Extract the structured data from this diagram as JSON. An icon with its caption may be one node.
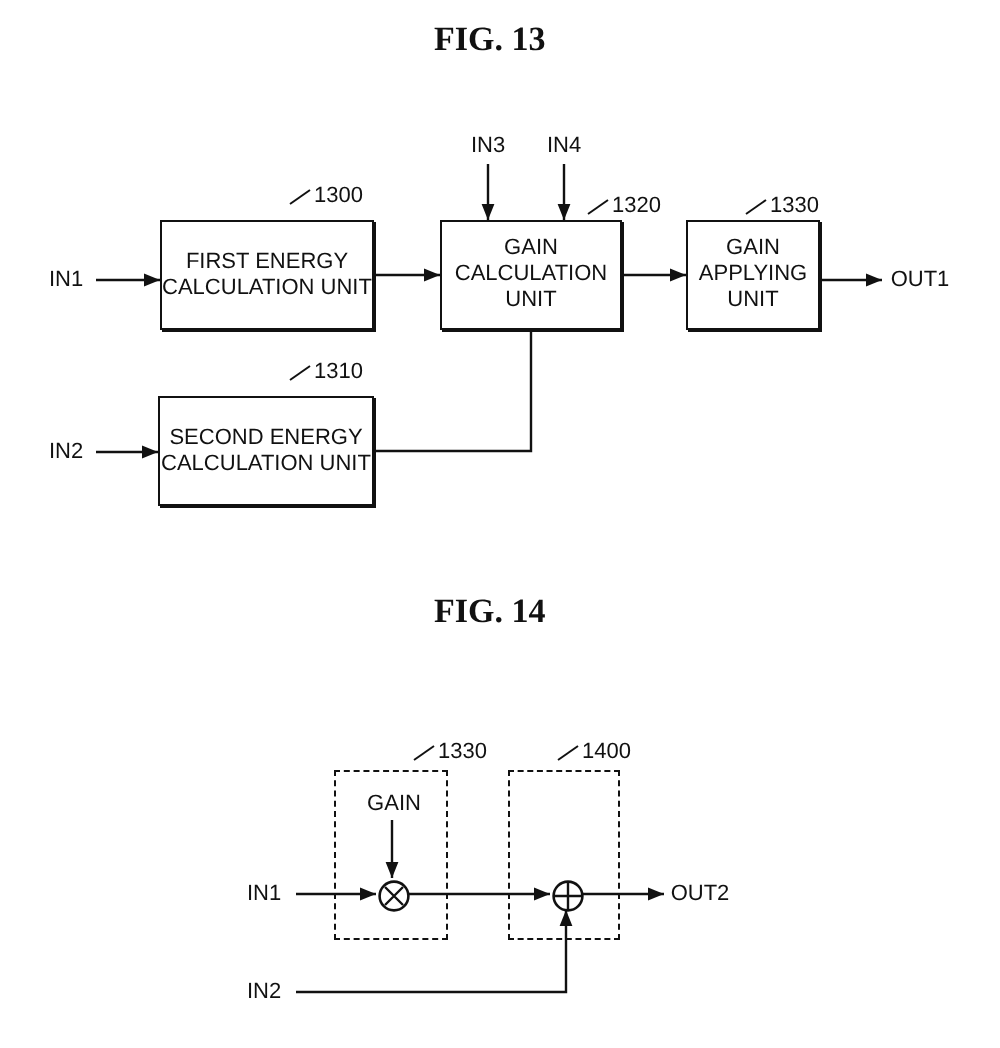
{
  "diagram": {
    "nodes": [
      {
        "text": [
          "IN1"
        ]
      },
      {
        "text": [
          "FIRST ENERGY CALCULATION UNIT"
        ],
        "beside": [
          "1300"
        ]
      },
      {
        "text": [
          "IN2"
        ]
      },
      {
        "text": [
          "SECOND ENERGY CALCULATION UNIT"
        ],
        "beside": [
          "1310"
        ]
      },
      {
        "text": [
          "IN3"
        ]
      },
      {
        "text": [
          "IN4"
        ]
      },
      {
        "text": [
          "GAIN CALCULATION UNIT"
        ],
        "beside": [
          "1320"
        ]
      },
      {
        "text": [
          "GAIN APPLYING UNIT"
        ],
        "beside": [
          "1330"
        ]
      },
      {
        "text": [
          "OUT1"
        ]
      },
      {
        "text": [],
        "shape": "box",
        "beside": [
          "1330"
        ]
      },
      {
        "text": [
          "GAIN"
        ],
        "in": 9
      },
      {
        "text": [],
        "shape": "circle",
        "in": 9
      },
      {
        "text": [],
        "shape": "box",
        "beside": [
          "1400"
        ]
      },
      {
        "text": [],
        "shape": "circle",
        "in": 12
      },
      {
        "text": [
          "IN1"
        ]
      },
      {
        "text": [
          "IN2"
        ]
      },
      {
        "text": [
          "OUT2"
        ]
      }
    ],
    "edges": [
      {
        "from": 0,
        "to": 1,
        "arrow": "to"
      },
      {
        "from": 1,
        "to": 6,
        "arrow": "to"
      },
      {
        "from": 4,
        "to": 6,
        "arrow": "to"
      },
      {
        "from": 5,
        "to": 6,
        "arrow": "to"
      },
      {
        "from": 6,
        "to": 7,
        "arrow": "to"
      },
      {
        "from": 7,
        "to": 8,
        "arrow": "to"
      },
      {
        "from": 2,
        "to": 3,
        "arrow": "to"
      },
      {
        "from": 3,
        "to": 6,
        "arrow": "none"
      },
      {
        "from": 14,
        "to": 11,
        "arrow": "to"
      },
      {
        "from": 10,
        "to": 11,
        "arrow": "to"
      },
      {
        "from": 11,
        "to": 13,
        "arrow": "to"
      },
      {
        "from": 15,
        "to": 13,
        "arrow": "to"
      },
      {
        "from": 13,
        "to": 16,
        "arrow": "to"
      }
    ],
    "labels": [
      "FIG. 13",
      "FIG. 14"
    ]
  }
}
